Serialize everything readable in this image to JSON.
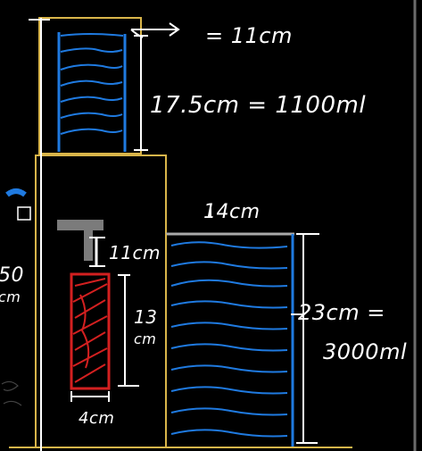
{
  "annotations": {
    "top_width": "= 11cm",
    "top_height": "17.5cm = 1100ml",
    "right_width": "14cm",
    "right_height_top": "23cm =",
    "right_height_bottom": "3000ml",
    "gap": "11cm",
    "red_height_top": "13",
    "red_height_bottom": "cm",
    "red_width": "4cm",
    "left_edge_top": "50",
    "left_edge_bottom": "cm"
  },
  "colors": {
    "background": "#000000",
    "outline": "#d9b54a",
    "water": "#1f7ae0",
    "red": "#d32020",
    "ink": "#ffffff"
  }
}
